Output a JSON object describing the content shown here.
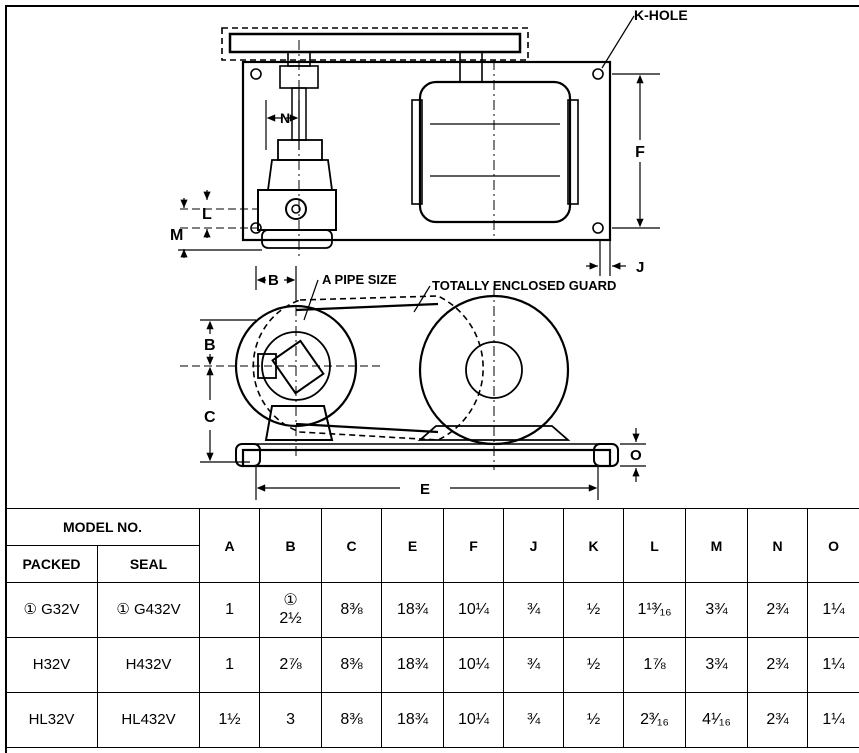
{
  "drawing": {
    "labels": {
      "k_hole": "K-HOLE",
      "n": "N",
      "f": "F",
      "l": "L",
      "m": "M",
      "j": "J",
      "b_top": "B",
      "a_pipe": "A PIPE SIZE",
      "guard": "TOTALLY  ENCLOSED  GUARD",
      "b_side": "B",
      "c": "C",
      "o": "O",
      "e": "E"
    }
  },
  "table": {
    "group_header": "MODEL NO.",
    "sub_headers": [
      "PACKED",
      "SEAL"
    ],
    "dim_headers": [
      "A",
      "B",
      "C",
      "E",
      "F",
      "J",
      "K",
      "L",
      "M",
      "N",
      "O"
    ],
    "rows": [
      {
        "packed": "① G32V",
        "seal": "① G432V",
        "dims": [
          "1",
          "①\n2½",
          "8⅜",
          "18¾",
          "10¼",
          "¾",
          "½",
          "1¹³⁄₁₆",
          "3¾",
          "2¾",
          "1¼"
        ]
      },
      {
        "packed": "H32V",
        "seal": "H432V",
        "dims": [
          "1",
          "2⅞",
          "8⅜",
          "18¾",
          "10¼",
          "¾",
          "½",
          "1⅞",
          "3¾",
          "2¾",
          "1¼"
        ]
      },
      {
        "packed": "HL32V",
        "seal": "HL432V",
        "dims": [
          "1½",
          "3",
          "8⅜",
          "18¾",
          "10¼",
          "¾",
          "½",
          "2³⁄₁₆",
          "4¹⁄₁₆",
          "2¾",
          "1¼"
        ]
      }
    ]
  }
}
